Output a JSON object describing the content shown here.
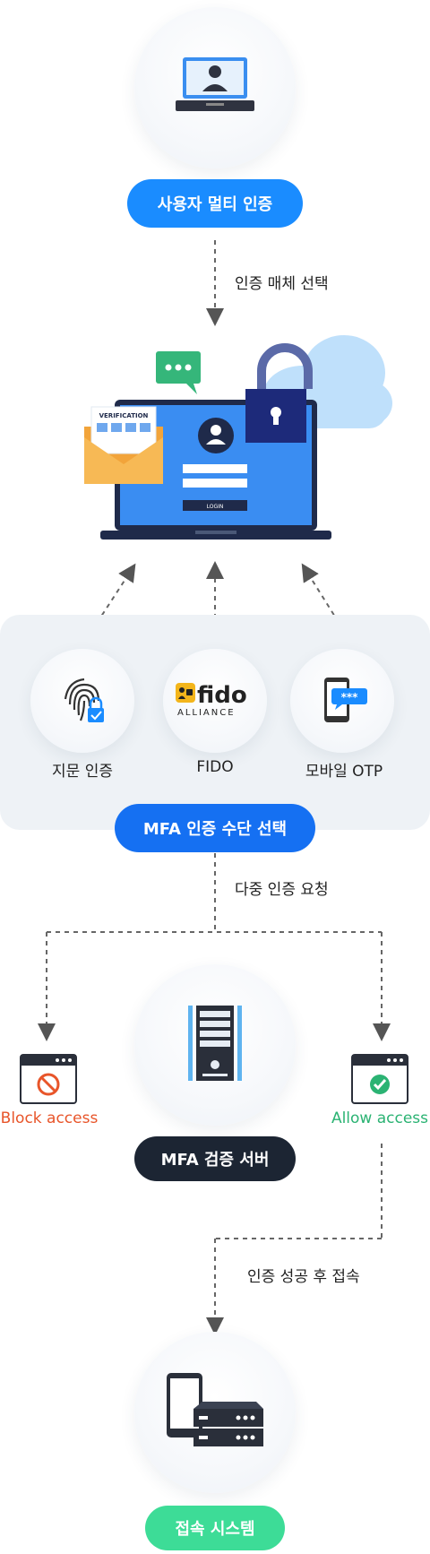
{
  "steps": {
    "user_auth": "사용자 멀티 인증",
    "select_medium": "인증 매체 선택",
    "mfa_select": "MFA 인증 수단 선택",
    "multi_request": "다중 인증 요청",
    "verify_server": "MFA 검증 서버",
    "after_success": "인증 성공 후 접속",
    "access_system": "접속 시스템"
  },
  "methods": [
    {
      "label": "지문 인증",
      "icon": "fingerprint-lock-icon"
    },
    {
      "label": "FIDO",
      "icon": "fido-alliance-logo"
    },
    {
      "label": "모바일 OTP",
      "icon": "mobile-otp-icon"
    }
  ],
  "access": {
    "block": "Block access",
    "allow": "Allow access"
  },
  "laptop_ui": {
    "verification": "VERIFICATION",
    "login": "LOGIN"
  },
  "colors": {
    "primary_blue": "#1a8cff",
    "dark_navy": "#1c2533",
    "success_green": "#3ddc97",
    "block_red": "#e8552a",
    "allow_green": "#2bb373"
  }
}
